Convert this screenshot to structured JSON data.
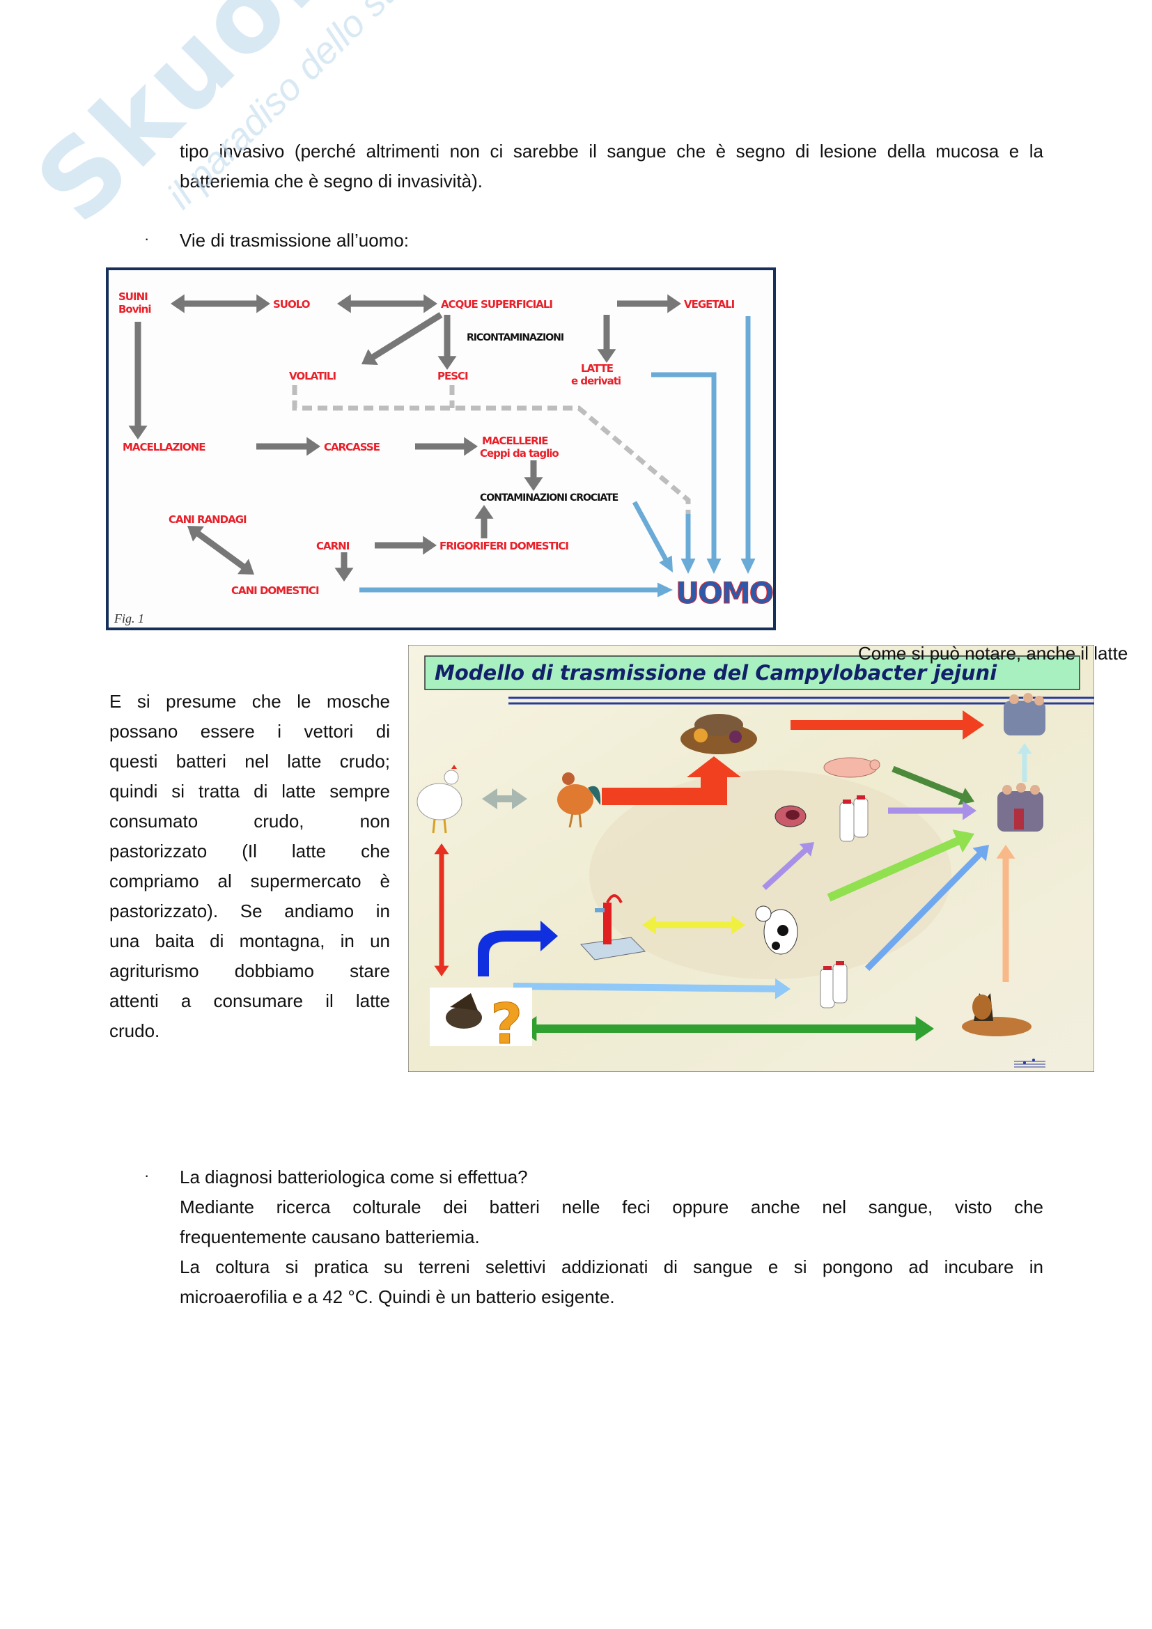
{
  "watermark": {
    "brand": "Skuola.net",
    "tagline": "il paradiso dello studente"
  },
  "intro": {
    "lines": [
      "tipo invasivo (perché altrimenti non ci sarebbe il sangue che è segno di lesione della mucosa e la",
      "batteriemia che è segno di invasività)."
    ]
  },
  "bullet1": {
    "marker": "·",
    "text": "Vie di trasmissione all’uomo:"
  },
  "fig1": {
    "suini": "SUINI",
    "bovini": "Bovini",
    "suolo": "SUOLO",
    "acque": "ACQUE SUPERFICIALI",
    "vegetali": "VEGETALI",
    "ricontaminazioni": "RICONTAMINAZIONI",
    "volatili": "VOLATILI",
    "pesci": "PESCI",
    "latte": "LATTE",
    "derivati": "e derivati",
    "macellazione": "MACELLAZIONE",
    "carcasse": "CARCASSE",
    "macellerie": "MACELLERIE",
    "ceppi": "Ceppi da taglio",
    "contaminazioni": "CONTAMINAZIONI CROCIATE",
    "cani_randagi": "CANI RANDAGI",
    "carni": "CARNI",
    "frigoriferi": "FRIGORIFERI DOMESTICI",
    "cani_domestici": "CANI DOMESTICI",
    "uomo": "UOMO",
    "caption": "Fig. 1"
  },
  "fig2": {
    "title": "Modello di trasmissione del Campylobacter jejuni",
    "question_mark": "?"
  },
  "side_note": "Come si può notare, anche il latte",
  "left_column": {
    "lines": [
      "E si presume che le mosche",
      "possano essere i vettori di",
      "questi batteri nel latte crudo;",
      "quindi si tratta di latte sempre",
      "consumato crudo, non",
      "pastorizzato (Il latte che",
      "compriamo al supermercato è",
      "pastorizzato). Se andiamo in",
      "una baita di montagna, in un",
      "agriturismo dobbiamo stare",
      "attenti a consumare il latte",
      "crudo."
    ]
  },
  "bullet2": {
    "marker": "·",
    "text": "La diagnosi batteriologica come si effettua?",
    "lines": [
      "Mediante ricerca colturale dei batteri nelle feci oppure anche nel sangue, visto che",
      "frequentemente causano batteriemia.",
      "La coltura si pratica su terreni selettivi addizionati di sangue e si pongono ad incubare in",
      "microaerofilia e a 42 °C. Quindi è un batterio esigente."
    ]
  },
  "colors": {
    "label_red": "#e8202a",
    "arrow_gray": "#777777",
    "arrow_blue": "#6aaad6",
    "uomo_blue": "#2c5aa8",
    "title_green": "#a8f0c0",
    "title_text": "#12206a"
  }
}
